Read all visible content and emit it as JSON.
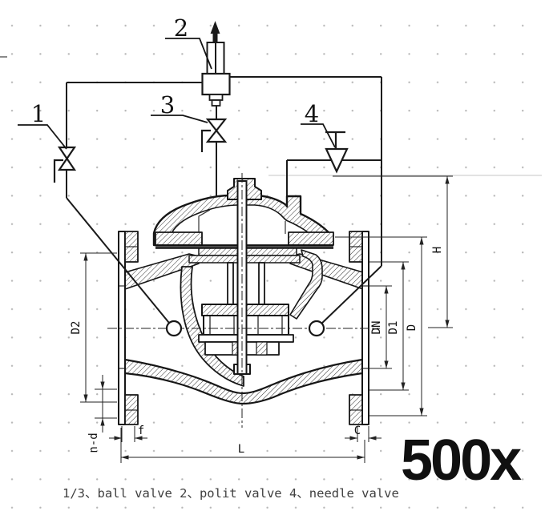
{
  "schematic": {
    "callouts": {
      "one": "1",
      "two": "2",
      "three": "3",
      "four": "4"
    }
  },
  "dimensions": {
    "d2": "D2",
    "nd": "n-d",
    "f": "f",
    "l": "L",
    "c": "C",
    "dn": "DN",
    "d1": "D1",
    "d": "D",
    "h": "H"
  },
  "labels": {
    "model": "500x",
    "caption": "1/3、ball valve 2、polit valve  4、needle valve"
  },
  "colors": {
    "line": "#1a1a1a",
    "dimension": "#222222",
    "grid_dot": "#b6b6b6",
    "caption_text": "#404040"
  }
}
